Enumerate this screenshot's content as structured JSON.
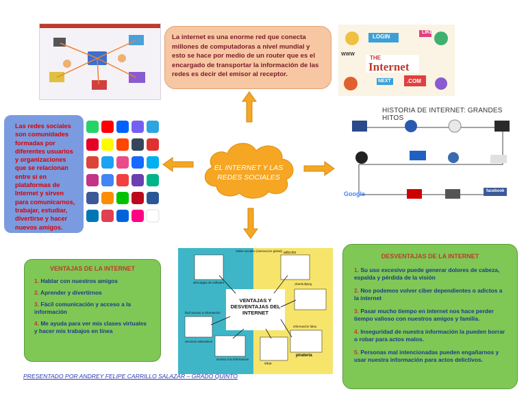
{
  "definition": "La internet es una enorme red que conecta millones de computadoras a nivel mundial y esto se hace por medio de un router que es el encargado de transportar la información de las redes es decir del emisor al receptor.",
  "center_title": "EL INTERNET Y LAS REDES  SOCIALES",
  "social_text": "Las redes sociales son comunidades formadas por diferentes usuarios y organizaciones que se relacionan entre sí en plataformas de Internet y sirven para comunicarnos, trabajar, estudiar, divertirse y hacer nuevos amigos.",
  "collage": {
    "like": "LIKE",
    "login": "LOGIN",
    "the": "THE",
    "internet": "Internet",
    "next": "NEXT",
    "com": ".COM",
    "www": "WWW"
  },
  "history": {
    "title": "HISTORIA DE INTERNET: GRANDES HITOS",
    "google": "Google",
    "facebook": "facebook"
  },
  "infographic": {
    "title": "VENTAJAS Y DESVENTAJAS DEL INTERNET",
    "labels": [
      "redes sociales (interacción global)",
      "adicción",
      "descargas de software",
      "ciberbullying",
      "información falsa",
      "fácil acceso a información",
      "piratería",
      "virus",
      "recursos educativos",
      "acceso a la información"
    ]
  },
  "ventajas": {
    "title": "VENTAJAS DE LA INTERNET",
    "items": [
      {
        "num": "1.",
        "text": "Hablar con nuestros amigos"
      },
      {
        "num": "2.",
        "text": "Aprender y divertirnos"
      },
      {
        "num": "3.",
        "text": "Fácil comunicación y acceso a la información"
      },
      {
        "num": "4.",
        "text": "Me ayuda para ver mis clases virtuales y hacer mis trabajos en línea"
      }
    ]
  },
  "desventajas": {
    "title": "DESVENTAJAS DE LA INTERNET",
    "items": [
      {
        "num": "1.",
        "text": "Su uso excesivo puede generar dolores de cabeza, espalda y pérdida de la visión"
      },
      {
        "num": "2.",
        "text": "Nos podemos volver ciber dependientes o adictos a la internet"
      },
      {
        "num": "3.",
        "text": "Pasar mucho tiempo en internet nos hace perder tiempo valioso con nuestros amigos y familia."
      },
      {
        "num": "4.",
        "text": "Inseguridad de nuestra información la pueden borrar  o robar para actos malos."
      },
      {
        "num": "5.",
        "text": "Personas mal intencionadas pueden engañarnos y usar nuestra información para actos delictivos."
      }
    ]
  },
  "presenter": "PRESENTADO POR ANDREY FELIPE CARRILLO SALAZAR – GRADO QUINTO",
  "colors": {
    "cloud": "#f5a623",
    "arrow": "#f5a623",
    "green_box": "#7fc855",
    "blue_box": "#7a9be0",
    "peach_box": "#f7c7a3"
  }
}
